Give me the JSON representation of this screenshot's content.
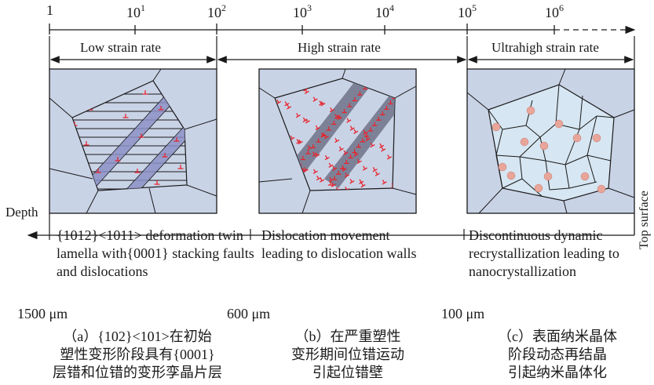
{
  "strain_axis": {
    "ticks": [
      {
        "base": "1",
        "exp": ""
      },
      {
        "base": "10",
        "exp": "1"
      },
      {
        "base": "10",
        "exp": "2"
      },
      {
        "base": "10",
        "exp": "3"
      },
      {
        "base": "10",
        "exp": "4"
      },
      {
        "base": "10",
        "exp": "5"
      },
      {
        "base": "10",
        "exp": "6"
      }
    ]
  },
  "zones": [
    {
      "label": "Low strain rate"
    },
    {
      "label": "High strain rate"
    },
    {
      "label": "Ultrahigh strain rate"
    }
  ],
  "panels": {
    "a": {
      "description": "{1012}<1011> deformation twin lamella with{0001} stacking faults and dislocations"
    },
    "b": {
      "description": "Dislocation movement leading to dislocation walls"
    },
    "c": {
      "description": "Discontinuous dynamic recrystallization leading to nanocrystallization"
    }
  },
  "depth_axis": {
    "label": "Depth",
    "top_surface_label": "Top surface",
    "ticks": [
      "1500 μm",
      "600 μm",
      "100 μm"
    ]
  },
  "captions": {
    "a": [
      "（a）{102}<101>在初始",
      "塑性变形阶段具有{0001}",
      "层错和位错的变形孪晶片层"
    ],
    "b": [
      "（b）在严重塑性",
      "变形期间位错运动",
      "引起位错壁"
    ],
    "c": [
      "（c）表面纳米晶体",
      "阶段动态再结晶",
      "引起纳米晶体化"
    ]
  },
  "colors": {
    "grain_fill": "#c9d3e6",
    "grain_fill_light": "#d6e6f2",
    "twin_band": "#8c91c4",
    "dislocation_band": "#6f7288",
    "dislocation": "#e8242c",
    "new_grain": "#e8a59a",
    "line": "#1a1a1a"
  }
}
